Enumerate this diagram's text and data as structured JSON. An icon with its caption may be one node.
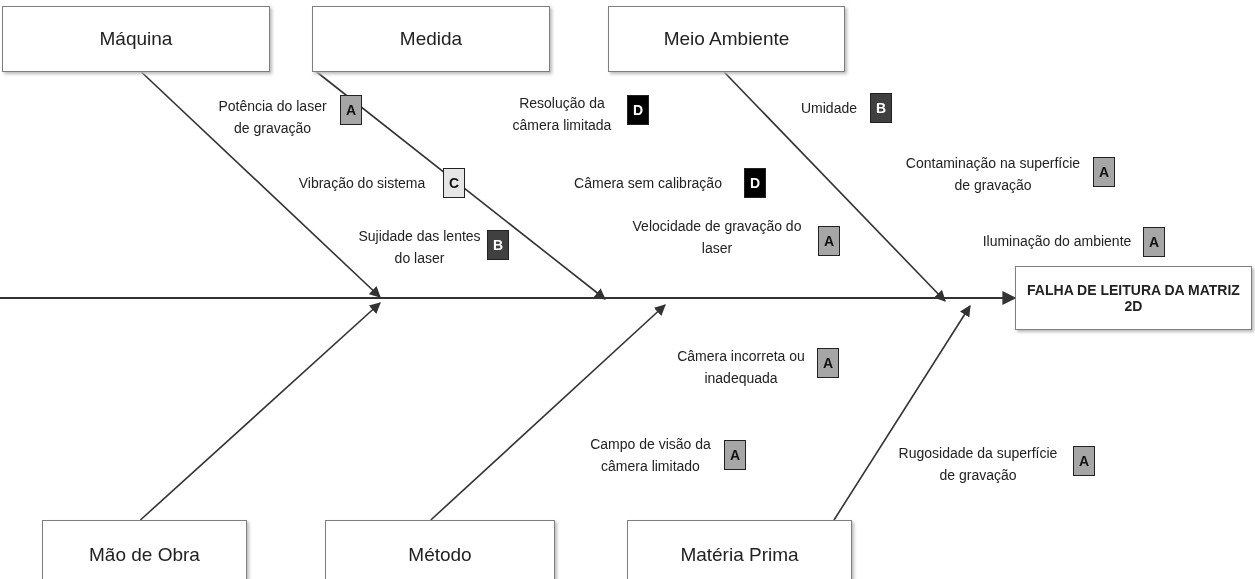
{
  "diagram": {
    "nodes": [
      {
        "text": [
          "Máquina"
        ]
      },
      {
        "text": [
          "Medida"
        ]
      },
      {
        "text": [
          "Meio Ambiente"
        ]
      },
      {
        "text": [
          "FALHA DE LEITURA DA MATRIZ 2D"
        ]
      },
      {
        "text": [
          "Mão de Obra"
        ]
      },
      {
        "text": [
          "Método"
        ]
      },
      {
        "text": [
          "Matéria Prima"
        ]
      },
      {
        "text": [
          "A"
        ],
        "beside": [
          "Potência do laser de gravação"
        ]
      },
      {
        "text": [
          "C"
        ],
        "beside": [
          "Vibração do sistema"
        ]
      },
      {
        "text": [
          "B"
        ],
        "beside": [
          "Sujidade das lentes do laser"
        ]
      },
      {
        "text": [
          "D"
        ],
        "beside": [
          "Resolução da câmera limitada"
        ]
      },
      {
        "text": [
          "D"
        ],
        "beside": [
          "Câmera sem calibração"
        ]
      },
      {
        "text": [
          "A"
        ],
        "beside": [
          "Velocidade de gravação do laser"
        ]
      },
      {
        "text": [
          "B"
        ],
        "beside": [
          "Umidade"
        ]
      },
      {
        "text": [
          "A"
        ],
        "beside": [
          "Contaminação na superfície de gravação"
        ]
      },
      {
        "text": [
          "A"
        ],
        "beside": [
          "Iluminação do ambiente"
        ]
      },
      {
        "text": [
          "A"
        ],
        "beside": [
          "Câmera incorreta ou inadequada"
        ]
      },
      {
        "text": [
          "A"
        ],
        "beside": [
          "Campo de visão da câmera limitado"
        ]
      },
      {
        "text": [
          "A"
        ],
        "beside": [
          "Rugosidade da superfície de gravação"
        ]
      }
    ],
    "edges": [
      {
        "from": 0,
        "to": null,
        "arrow": "to"
      },
      {
        "from": 1,
        "to": null,
        "arrow": "to"
      },
      {
        "from": 2,
        "to": null,
        "arrow": "to"
      },
      {
        "from": 4,
        "to": null,
        "arrow": "to"
      },
      {
        "from": 5,
        "to": null,
        "arrow": "to"
      },
      {
        "from": 6,
        "to": null,
        "arrow": "to"
      },
      {
        "from": null,
        "to": 3,
        "arrow": "to"
      }
    ]
  }
}
